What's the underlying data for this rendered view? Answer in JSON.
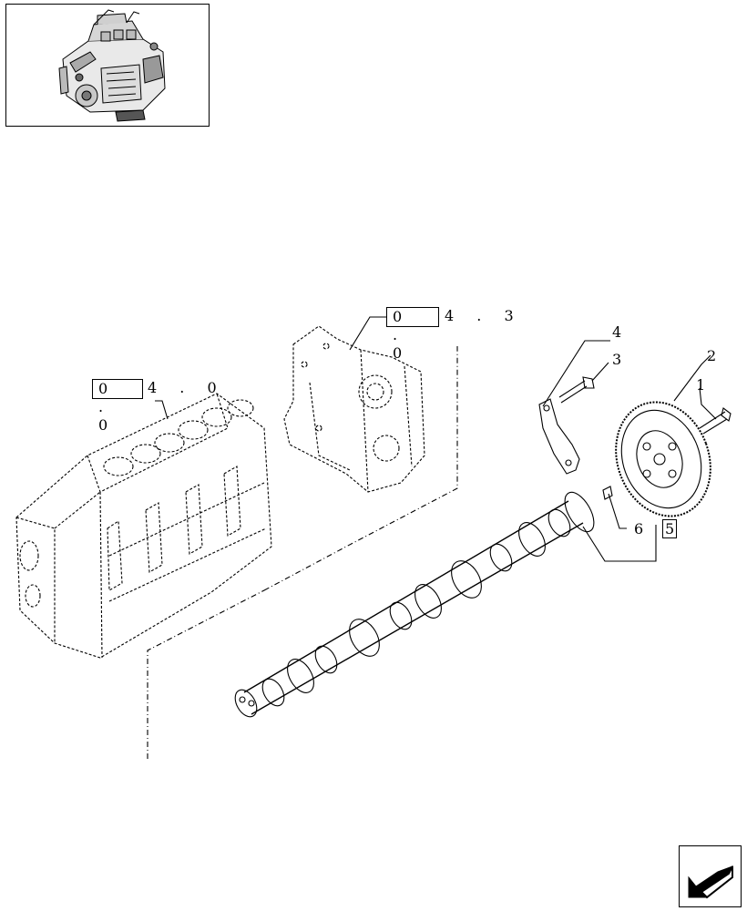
{
  "references": {
    "crankcase": {
      "boxed": "0 . 0",
      "tail": "4 . 0"
    },
    "timing_cover": {
      "boxed": "0 . 0",
      "tail": "4 . 3"
    }
  },
  "callouts": {
    "gear": "2",
    "gear_bolt": "1",
    "bracket": "4",
    "bracket_bolt": "3",
    "pin": "6",
    "kit_number": "5"
  },
  "icons": {
    "engine_thumbnail": "engine-thumbnail-icon",
    "navigation": "arrow-icon"
  },
  "colors": {
    "line": "#000000",
    "background": "#ffffff"
  }
}
